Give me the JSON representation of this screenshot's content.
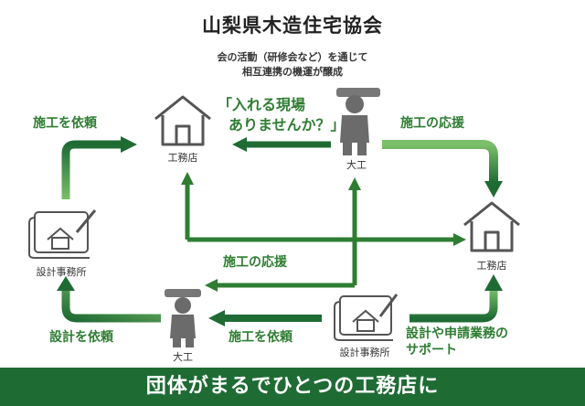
{
  "header": {
    "title": "山梨県木造住宅協会",
    "subtitle_line1": "会の活動（研修会など）を通じて",
    "subtitle_line2": "相互連携の機運が醸成"
  },
  "nodes": {
    "top_office": "工務店",
    "top_carpenter": "大工",
    "left_design_office": "設計事務所",
    "right_office": "工務店",
    "bottom_carpenter": "大工",
    "bottom_design_office": "設計事務所"
  },
  "speech": {
    "line1": "「入れる現場",
    "line2": "ありませんか？」"
  },
  "flows": {
    "request_construction_top": "施工を依頼",
    "support_construction_right": "施工の応援",
    "support_construction_center": "施工の応援",
    "request_design": "設計を依頼",
    "request_construction_bottom": "施工を依頼",
    "design_support_line1": "設計や申請業務の",
    "design_support_line2": "サポート"
  },
  "footer": {
    "text": "団体がまるでひとつの工務店に"
  },
  "colors": {
    "accent_green": "#2e7d32",
    "dark_green": "#1f6b34",
    "icon_gray": "#555555"
  }
}
